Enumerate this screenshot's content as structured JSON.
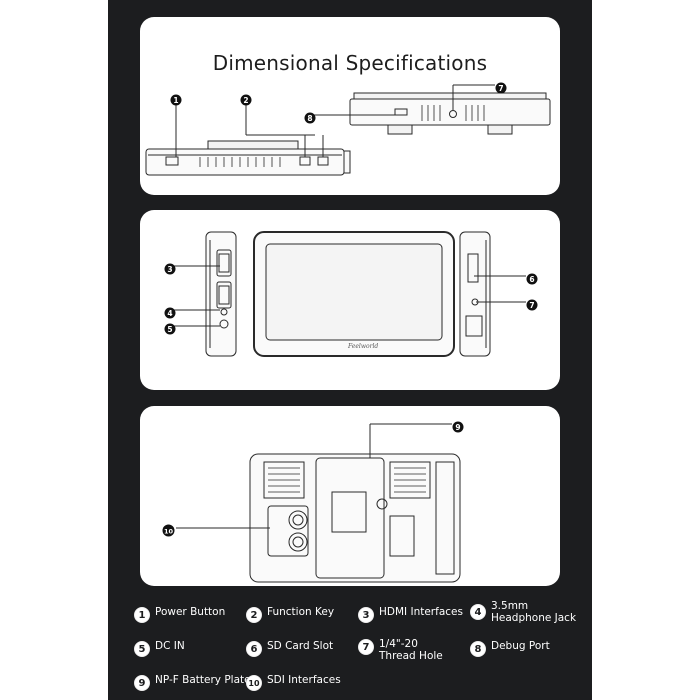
{
  "title": "Dimensional Specifications",
  "brand_logo": "Feelworld",
  "callouts": {
    "c1": "1",
    "c2": "2",
    "c3": "3",
    "c4": "4",
    "c5": "5",
    "c6": "6",
    "c7a": "7",
    "c7b": "7",
    "c8": "8",
    "c9": "9",
    "c10": "10"
  },
  "legend": [
    {
      "num": "1",
      "line1": "Power Button",
      "line2": ""
    },
    {
      "num": "2",
      "line1": "Function Key",
      "line2": ""
    },
    {
      "num": "3",
      "line1": "HDMI Interfaces",
      "line2": ""
    },
    {
      "num": "4",
      "line1": "3.5mm",
      "line2": "Headphone Jack"
    },
    {
      "num": "5",
      "line1": "DC IN",
      "line2": ""
    },
    {
      "num": "6",
      "line1": "SD Card Slot",
      "line2": ""
    },
    {
      "num": "7",
      "line1": "1/4\"-20",
      "line2": "Thread Hole"
    },
    {
      "num": "8",
      "line1": "Debug Port",
      "line2": ""
    },
    {
      "num": "9",
      "line1": "NP-F Battery Plate",
      "line2": ""
    },
    {
      "num": "10",
      "line1": "SDI Interfaces",
      "line2": ""
    }
  ],
  "colors": {
    "page_bg": "#1c1d1f",
    "card_bg": "#ffffff",
    "line": "#2a2a2a",
    "badge_bg": "#111111"
  }
}
